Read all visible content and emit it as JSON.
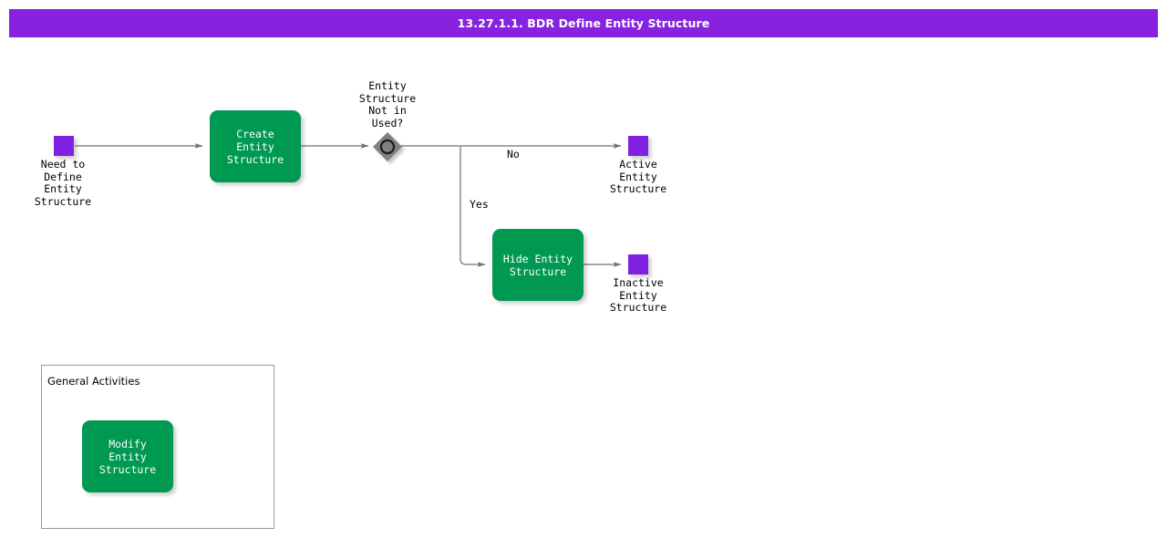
{
  "header": {
    "title": "13.27.1.1. BDR Define Entity Structure",
    "bar_color": "#8622e0",
    "text_color": "#ffffff"
  },
  "colors": {
    "task_green": "#009951",
    "event_purple": "#8020e0",
    "gateway_gray": "#808080",
    "connector_gray": "#707070",
    "group_border": "#999999",
    "background": "#ffffff"
  },
  "diagram": {
    "type": "bpmn-process-flow",
    "events": [
      {
        "id": "start-need-define",
        "label": "Need to\nDefine\nEntity\nStructure",
        "kind": "start"
      },
      {
        "id": "end-active",
        "label": "Active\nEntity\nStructure",
        "kind": "end"
      },
      {
        "id": "end-inactive",
        "label": "Inactive\nEntity\nStructure",
        "kind": "end"
      }
    ],
    "tasks": [
      {
        "id": "create-entity-structure",
        "label": "Create Entity\nStructure"
      },
      {
        "id": "hide-entity-structure",
        "label": "Hide Entity\nStructure"
      },
      {
        "id": "modify-entity-structure",
        "label": "Modify Entity\nStructure"
      }
    ],
    "gateways": [
      {
        "id": "gw-not-in-used",
        "label": "Entity\nStructure\nNot in\nUsed?",
        "kind": "inclusive"
      }
    ],
    "flow_labels": [
      {
        "id": "flow-no",
        "label": "No"
      },
      {
        "id": "flow-yes",
        "label": "Yes"
      }
    ],
    "groups": [
      {
        "id": "general-activities",
        "title": "General Activities"
      }
    ]
  }
}
